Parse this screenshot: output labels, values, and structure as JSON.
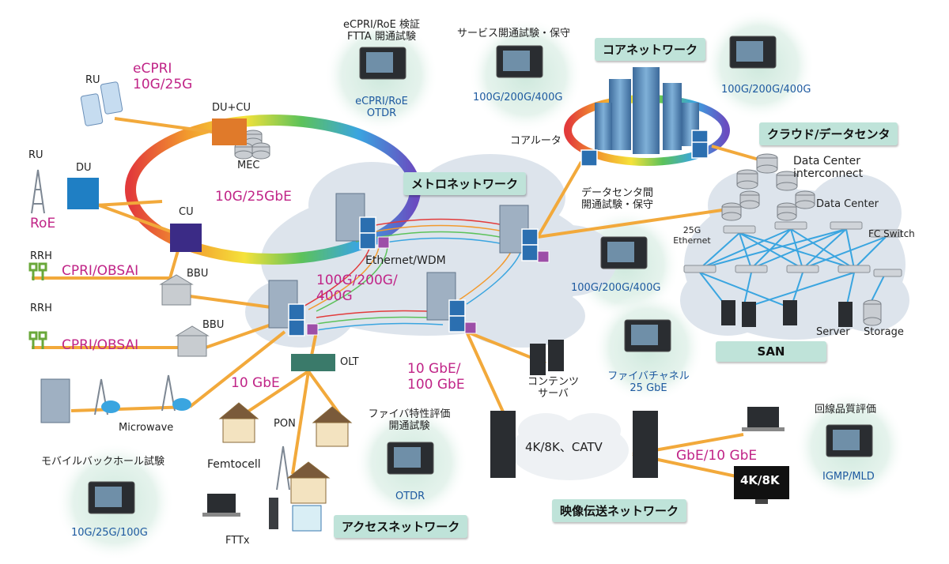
{
  "sections": {
    "core": "コアネットワーク",
    "cloud": "クラウド/データセンタ",
    "metro": "メトロネットワーク",
    "san": "SAN",
    "access": "アクセスネットワーク",
    "video": "映像伝送ネットワーク"
  },
  "labels": {
    "cpri_test_line1": "eCPRI/RoE 検証",
    "cpri_test_line2": "FTTA 開通試験",
    "service_test": "サービス開通試験・保守",
    "ecpri_speed_line1": "eCPRI",
    "ecpri_speed_line2": "10G/25G",
    "ru_top": "RU",
    "du_cu": "DU+CU",
    "mec": "MEC",
    "ru_left": "RU",
    "du": "DU",
    "roe": "RoE",
    "cu": "CU",
    "ring_speed": "10G/25GbE",
    "rrh_1": "RRH",
    "cpri_1": "CPRI/OBSAI",
    "bbu_1": "BBU",
    "rrh_2": "RRH",
    "cpri_2": "CPRI/OBSAI",
    "bbu_2": "BBU",
    "microwave": "Microwave",
    "mobile_backhaul": "モバイルバックホール試験",
    "mb_speed": "10G/25G/100G",
    "core_router": "コアルータ",
    "dc_interconnect_line1": "Data Center",
    "dc_interconnect_line2": "interconnect",
    "data_center": "Data Center",
    "dc_test_line1": "データセンタ間",
    "dc_test_line2": "開通試験・保守",
    "eth_25g_line1": "25G",
    "eth_25g_line2": "Ethernet",
    "fc_switch": "FC Switch",
    "server": "Server",
    "storage": "Storage",
    "ethernet_wdm": "Ethernet/WDM",
    "metro_speed_line1": "100G/200G/",
    "metro_speed_line2": "400G",
    "olt": "OLT",
    "access_speed": "10 GbE",
    "pon": "PON",
    "femtocell": "Femtocell",
    "fttx": "FTTx",
    "fiber_eval_line1": "ファイバ特性評価",
    "fiber_eval_line2": "開通試験",
    "otdr_access": "OTDR",
    "video_speed_line1": "10 GbE/",
    "video_speed_line2": "100 GbE",
    "content_server_line1": "コンテンツ",
    "content_server_line2": "サーバ",
    "catv": "4K/8K、CATV",
    "gbe": "GbE/10 GbE",
    "monitor_4k8k": "4K/8K",
    "line_quality": "回線品質評価",
    "igmp": "IGMP/MLD",
    "fibre_channel_line1": "ファイバチャネル",
    "fibre_channel_line2": "25 GbE",
    "ecpri_roe_line1": "eCPRI/RoE",
    "ecpri_roe_line2": "OTDR",
    "core_speed_1": "100G/200G/400G",
    "core_speed_2": "100G/200G/400G",
    "dc_speed": "100G/200G/400G"
  },
  "colors": {
    "fiber": "#f2a93b",
    "magenta_text": "#c02487",
    "blue_text": "#1e5aa0",
    "tag_bg": "#bfe3d9",
    "san_link": "#3aa5e0"
  }
}
